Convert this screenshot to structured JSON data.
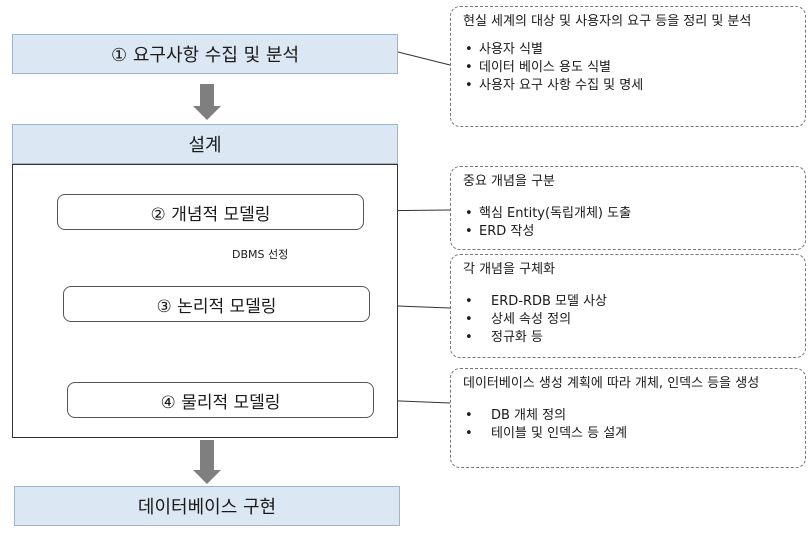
{
  "steps": {
    "requirements": "① 요구사항 수집 및 분석",
    "design": "설계",
    "conceptual": "② 개념적 모델링",
    "logical": "③ 논리적 모델링",
    "physical": "④ 물리적 모델링",
    "implementation": "데이터베이스 구현"
  },
  "arrow_label": "DBMS 선정",
  "notes": [
    {
      "title": "현실 세계의 대상 및 사용자의 요구 등을 정리 및 분석",
      "items": [
        "사용자 식별",
        "데이터 베이스 용도 식별",
        "사용자 요구 사항 수집 및 명세"
      ]
    },
    {
      "title": "중요 개념을 구분",
      "items": [
        "핵심 Entity(독립개체) 도출",
        "ERD 작성"
      ]
    },
    {
      "title": "각 개념을 구체화",
      "items": [
        "ERD-RDB 모델 사상",
        "상세 속성 정의",
        "정규화 등"
      ]
    },
    {
      "title": "데이터베이스 생성 계획에 따라 개체, 인덱스 등을 생성",
      "items": [
        "DB 개체 정의",
        "테이블 및 인덱스 등 설계"
      ]
    }
  ],
  "colors": {
    "box_fill": "#dbe7f3",
    "arrow": "#7f7f7f",
    "connector": "#333333"
  }
}
